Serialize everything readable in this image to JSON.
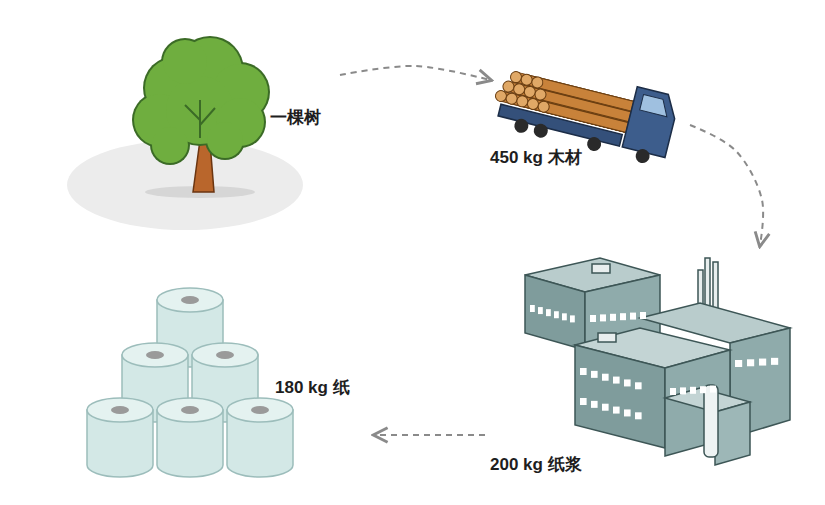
{
  "diagram": {
    "nodes": [
      {
        "text": [
          "一棵树"
        ]
      },
      {
        "text": [
          "450 kg 木材"
        ]
      },
      {
        "text": [
          "200 kg 纸浆"
        ]
      },
      {
        "text": [
          "180 kg 纸"
        ]
      }
    ],
    "edges": [
      {
        "from": 0,
        "to": 1,
        "arrow": "to"
      },
      {
        "from": 1,
        "to": 2,
        "arrow": "to"
      },
      {
        "from": 2,
        "to": 3,
        "arrow": "to"
      }
    ]
  }
}
